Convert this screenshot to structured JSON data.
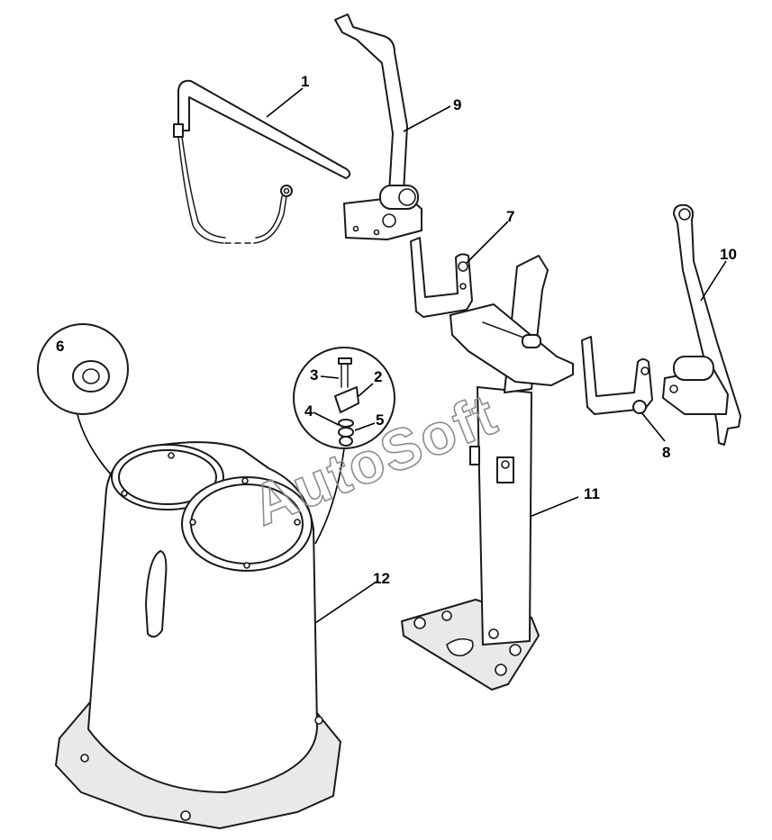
{
  "figure": {
    "callouts": [
      "1",
      "2",
      "3",
      "4",
      "5",
      "6",
      "7",
      "8",
      "9",
      "10",
      "11",
      "12"
    ],
    "watermark": "AutoSoft"
  },
  "colors": {
    "line": "#1a1a1a",
    "background": "#ffffff",
    "shade": "#e9e9e9",
    "watermark": "#8c8c8c"
  }
}
